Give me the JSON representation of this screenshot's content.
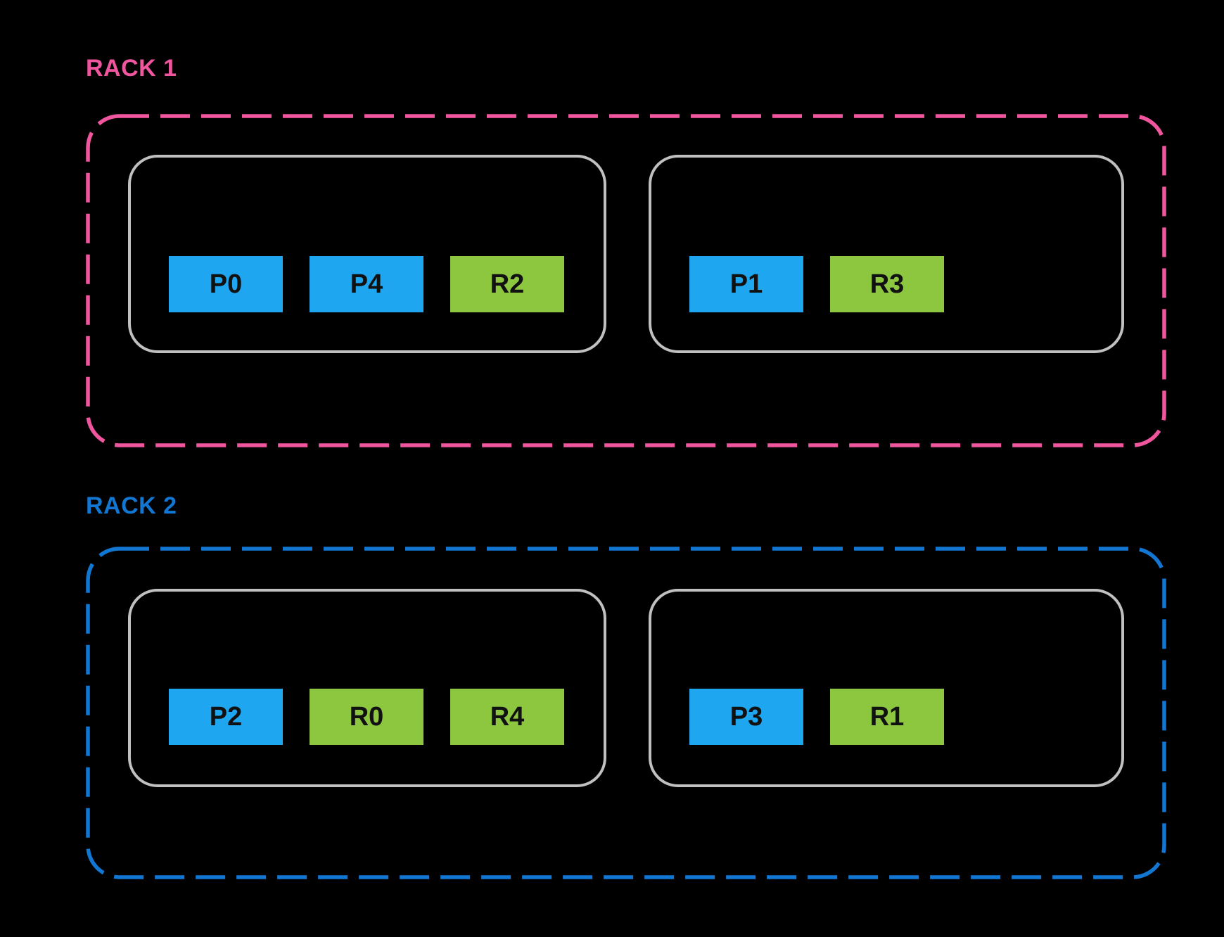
{
  "colors": {
    "background": "#000000",
    "rack1-accent": "#F0569D",
    "rack2-accent": "#1277D3",
    "node-border": "#C0C0C0",
    "block-blue": "#1FA6F1",
    "block-green": "#8DC63F",
    "block-text": "#111111"
  },
  "racks": [
    {
      "label": "RACK 1",
      "accent": "#F0569D",
      "nodes": [
        {
          "blocks": [
            {
              "label": "P0",
              "color": "#1FA6F1"
            },
            {
              "label": "P4",
              "color": "#1FA6F1"
            },
            {
              "label": "R2",
              "color": "#8DC63F"
            }
          ]
        },
        {
          "blocks": [
            {
              "label": "P1",
              "color": "#1FA6F1"
            },
            {
              "label": "R3",
              "color": "#8DC63F"
            }
          ]
        }
      ]
    },
    {
      "label": "RACK 2",
      "accent": "#1277D3",
      "nodes": [
        {
          "blocks": [
            {
              "label": "P2",
              "color": "#1FA6F1"
            },
            {
              "label": "R0",
              "color": "#8DC63F"
            },
            {
              "label": "R4",
              "color": "#8DC63F"
            }
          ]
        },
        {
          "blocks": [
            {
              "label": "P3",
              "color": "#1FA6F1"
            },
            {
              "label": "R1",
              "color": "#8DC63F"
            }
          ]
        }
      ]
    }
  ]
}
